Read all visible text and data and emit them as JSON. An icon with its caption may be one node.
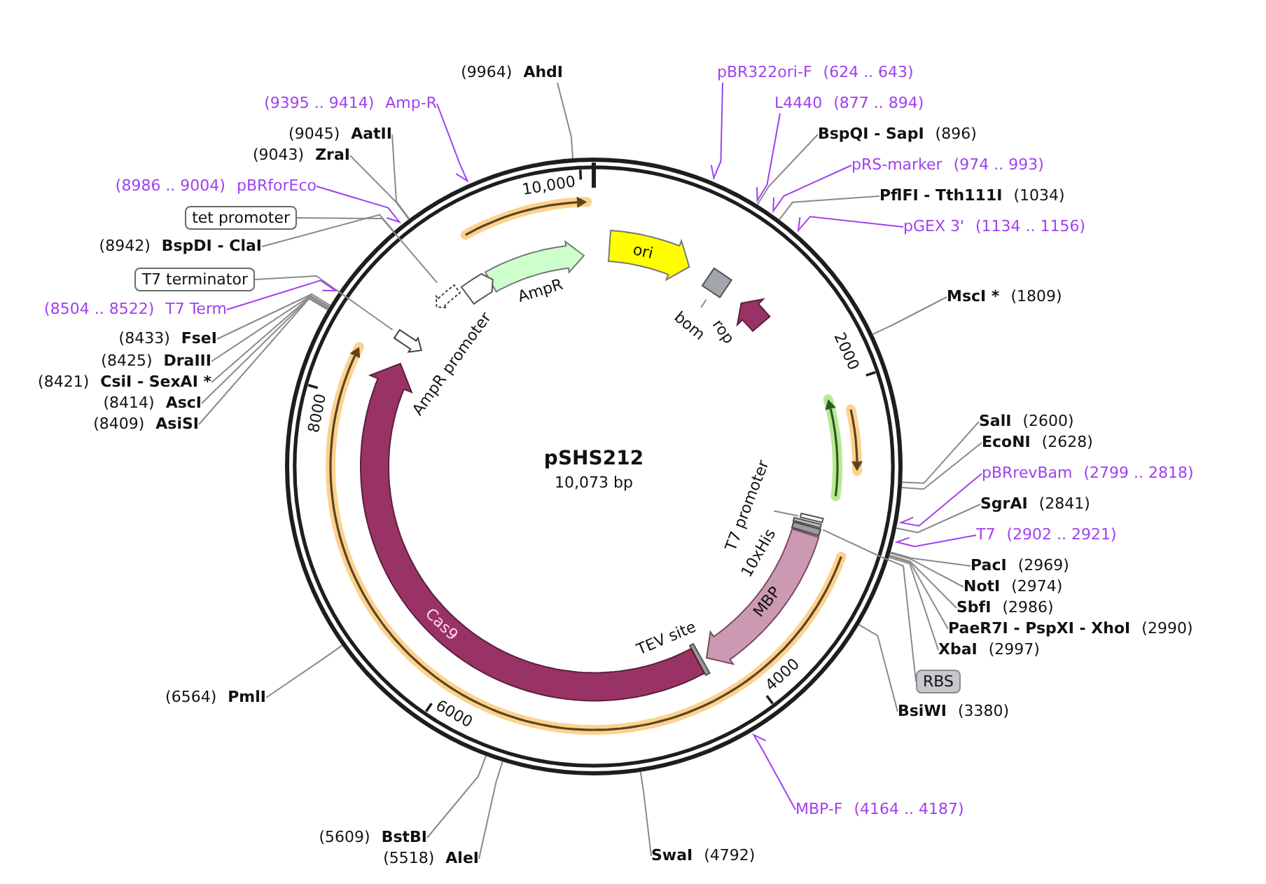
{
  "diagram": {
    "title": "pSHS212",
    "nodes": [
      {
        "text": [
          "(9964)",
          "AhdI"
        ]
      },
      {
        "text": [
          "pBR322ori-F",
          "(624 .. 643)"
        ]
      },
      {
        "text": [
          "(9395 .. 9414)",
          "Amp-R"
        ]
      },
      {
        "text": [
          "L4440",
          "(877 .. 894)"
        ]
      },
      {
        "text": [
          "(9045)",
          "AatII"
        ]
      },
      {
        "text": [
          "BspQI - SapI",
          "(896)"
        ]
      },
      {
        "text": [
          "(9043)",
          "ZraI"
        ]
      },
      {
        "text": [
          "pRS-marker",
          "(974 .. 993)"
        ]
      },
      {
        "text": [
          "(8986 .. 9004)",
          "pBRforEco"
        ]
      },
      {
        "text": [
          "PflFI - Tth111I",
          "(1034)"
        ]
      },
      {
        "text": [
          "tet promoter"
        ]
      },
      {
        "text": [
          "pGEX 3'",
          "(1134 .. 1156)"
        ]
      },
      {
        "text": [
          "(8942)",
          "BspDI - ClaI"
        ]
      },
      {
        "text": [
          "T7 terminator"
        ]
      },
      {
        "text": [
          "MscI *",
          "(1809)"
        ]
      },
      {
        "text": [
          "(8504 .. 8522)",
          "T7 Term"
        ]
      },
      {
        "text": [
          "(8433)",
          "FseI"
        ]
      },
      {
        "text": [
          "(8425)",
          "DraIII"
        ]
      },
      {
        "text": [
          "(8421)",
          "CsiI - SexAI *"
        ]
      },
      {
        "text": [
          "(8414)",
          "AscI"
        ]
      },
      {
        "text": [
          "SalI",
          "(2600)"
        ]
      },
      {
        "text": [
          "(8409)",
          "AsiSI"
        ]
      },
      {
        "text": [
          "EcoNI",
          "(2628)"
        ]
      },
      {
        "text": [
          "pBRrevBam",
          "(2799 .. 2818)"
        ]
      },
      {
        "text": [
          "SgrAI",
          "(2841)"
        ]
      },
      {
        "text": [
          "T7",
          "(2902 .. 2921)"
        ]
      },
      {
        "text": [
          "PacI",
          "(2969)"
        ]
      },
      {
        "text": [
          "NotI",
          "(2974)"
        ]
      },
      {
        "text": [
          "SbfI",
          "(2986)"
        ]
      },
      {
        "text": [
          "PaeR7I - PspXI - XhoI",
          "(2990)"
        ]
      },
      {
        "text": [
          "XbaI",
          "(2997)"
        ]
      },
      {
        "text": [
          "RBS"
        ]
      },
      {
        "text": [
          "(6564)",
          "PmlI"
        ]
      },
      {
        "text": [
          "BsiWI",
          "(3380)"
        ]
      },
      {
        "text": [
          "MBP-F",
          "(4164 .. 4187)"
        ]
      },
      {
        "text": [
          "(5609)",
          "BstBI"
        ]
      },
      {
        "text": [
          "SwaI",
          "(4792)"
        ]
      },
      {
        "text": [
          "(5518)",
          "AleI"
        ]
      },
      {
        "text": [
          "ori"
        ]
      },
      {
        "text": [
          "AmpR"
        ]
      },
      {
        "text": [],
        "shape": "arrow"
      },
      {
        "text": [],
        "shape": "arrow"
      },
      {
        "text": [
          "bom"
        ]
      },
      {
        "text": [],
        "shape": "box"
      },
      {
        "text": [
          "rop"
        ]
      },
      {
        "text": [],
        "shape": "arrow"
      },
      {
        "text": [
          "AmpR promoter"
        ]
      },
      {
        "text": [
          "T7 promoter"
        ]
      },
      {
        "text": [],
        "shape": "bar"
      },
      {
        "text": [],
        "shape": "bar"
      },
      {
        "text": [
          "10xHis"
        ]
      },
      {
        "text": [
          "MBP"
        ]
      },
      {
        "text": [
          "TEV site"
        ]
      },
      {
        "text": [
          "Cas9"
        ]
      }
    ],
    "edges": [
      {
        "from": 0,
        "to": null,
        "arrow": "none"
      },
      {
        "from": 1,
        "to": null,
        "arrow": "none",
        "color": "#a040f0"
      },
      {
        "from": 2,
        "to": null,
        "arrow": "none",
        "color": "#a040f0"
      },
      {
        "from": 3,
        "to": null,
        "arrow": "none",
        "color": "#a040f0"
      },
      {
        "from": 4,
        "to": null,
        "arrow": "none"
      },
      {
        "from": 5,
        "to": null,
        "arrow": "none"
      },
      {
        "from": 6,
        "to": null,
        "arrow": "none"
      },
      {
        "from": 7,
        "to": null,
        "arrow": "none",
        "color": "#a040f0"
      },
      {
        "from": 8,
        "to": null,
        "arrow": "none",
        "color": "#a040f0"
      },
      {
        "from": 9,
        "to": null,
        "arrow": "none"
      },
      {
        "from": 10,
        "to": 41,
        "arrow": "none"
      },
      {
        "from": 11,
        "to": null,
        "arrow": "none",
        "color": "#a040f0"
      },
      {
        "from": 12,
        "to": null,
        "arrow": "none"
      },
      {
        "from": 13,
        "to": 45,
        "arrow": "none"
      },
      {
        "from": 14,
        "to": null,
        "arrow": "none"
      },
      {
        "from": 15,
        "to": null,
        "arrow": "none",
        "color": "#a040f0"
      },
      {
        "from": 16,
        "to": null,
        "arrow": "none"
      },
      {
        "from": 17,
        "to": null,
        "arrow": "none"
      },
      {
        "from": 18,
        "to": null,
        "arrow": "none"
      },
      {
        "from": 19,
        "to": null,
        "arrow": "none"
      },
      {
        "from": 20,
        "to": null,
        "arrow": "none"
      },
      {
        "from": 21,
        "to": null,
        "arrow": "none"
      },
      {
        "from": 22,
        "to": null,
        "arrow": "none"
      },
      {
        "from": 23,
        "to": null,
        "arrow": "none",
        "color": "#a040f0"
      },
      {
        "from": 24,
        "to": null,
        "arrow": "none"
      },
      {
        "from": 25,
        "to": null,
        "arrow": "none",
        "color": "#a040f0"
      },
      {
        "from": 26,
        "to": null,
        "arrow": "none"
      },
      {
        "from": 27,
        "to": null,
        "arrow": "none"
      },
      {
        "from": 28,
        "to": null,
        "arrow": "none"
      },
      {
        "from": 29,
        "to": null,
        "arrow": "none"
      },
      {
        "from": 30,
        "to": null,
        "arrow": "none"
      },
      {
        "from": 31,
        "to": 49,
        "arrow": "none"
      },
      {
        "from": 32,
        "to": null,
        "arrow": "none"
      },
      {
        "from": 33,
        "to": null,
        "arrow": "none"
      },
      {
        "from": 34,
        "to": null,
        "arrow": "none",
        "color": "#a040f0"
      },
      {
        "from": 35,
        "to": null,
        "arrow": "none"
      },
      {
        "from": 36,
        "to": null,
        "arrow": "none"
      },
      {
        "from": 37,
        "to": null,
        "arrow": "none"
      },
      {
        "from": 42,
        "to": 43,
        "arrow": "none"
      },
      {
        "from": 47,
        "to": 48,
        "arrow": "none"
      }
    ],
    "labels": [
      "10,000",
      "2000",
      "8000",
      "10,073 bp",
      "4000",
      "6000"
    ]
  }
}
